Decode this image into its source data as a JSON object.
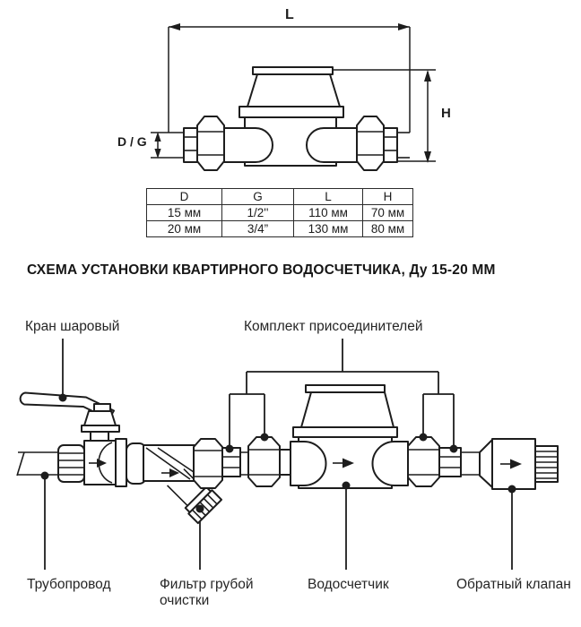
{
  "dimension_drawing": {
    "length_label": "L",
    "height_label": "H",
    "bore_label": "D / G"
  },
  "dimensions_table": {
    "headers": [
      "D",
      "G",
      "L",
      "H"
    ],
    "rows": [
      [
        "15 мм",
        "1/2''",
        "110 мм",
        "70 мм"
      ],
      [
        "20 мм",
        "3/4”",
        "130 мм",
        "80 мм"
      ]
    ]
  },
  "section_title": "СХЕМА УСТАНОВКИ КВАРТИРНОГО ВОДОСЧЕТЧИКА, Ду 15-20 ММ",
  "installation_diagram": {
    "labels": {
      "ball_valve": "Кран шаровый",
      "connector_kit": "Комплект присоединителей",
      "pipeline": "Трубопровод",
      "strainer": "Фильтр грубой очистки",
      "water_meter": "Водосчетчик",
      "check_valve": "Обратный клапан"
    }
  },
  "colors": {
    "ink": "#1d1d1d",
    "background": "#ffffff"
  }
}
